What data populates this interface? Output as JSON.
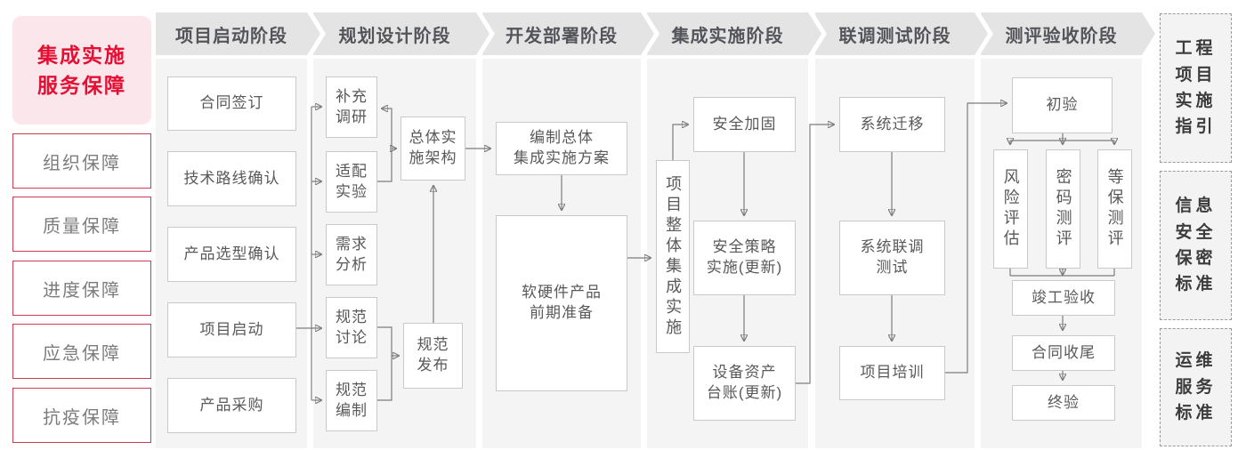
{
  "sidebar": {
    "title": "集成实施\n服务保障",
    "items": [
      "组织保障",
      "质量保障",
      "进度保障",
      "应急保障",
      "抗疫保障"
    ]
  },
  "phases": [
    {
      "label": "项目启动阶段",
      "boxes": [
        "合同签订",
        "技术路线确认",
        "产品选型确认",
        "项目启动",
        "产品采购"
      ]
    },
    {
      "label": "规划设计阶段",
      "boxes": [
        "补充\n调研",
        "适配\n实验",
        "需求\n分析",
        "规范\n讨论",
        "规范\n编制",
        "总体实\n施架构",
        "规范\n发布"
      ]
    },
    {
      "label": "开发部署阶段",
      "boxes": [
        "编制总体\n集成实施方案",
        "软硬件产品\n前期准备"
      ]
    },
    {
      "label": "集成实施阶段",
      "boxes": [
        "项目整体集成实施",
        "安全加固",
        "安全策略\n实施(更新)",
        "设备资产\n台账(更新)"
      ]
    },
    {
      "label": "联调测试阶段",
      "boxes": [
        "系统迁移",
        "系统联调\n测试",
        "项目培训"
      ]
    },
    {
      "label": "测评验收阶段",
      "boxes": [
        "初验",
        "风险评估",
        "密码测评",
        "等保测评",
        "竣工验收",
        "合同收尾",
        "终验"
      ]
    }
  ],
  "standards": [
    "工程\n项目\n实施\n指引",
    "信息\n安全\n保密\n标准",
    "运维\n服务\n标准"
  ],
  "colors": {
    "accent_red": "#e60f33",
    "border_red": "#c9414f",
    "pink_bg": "#fbe7eb",
    "header_bg": "#e4e4e4",
    "panel_bg": "#f4f4f4",
    "box_border": "#c9c9c9",
    "line": "#7c7c7c"
  }
}
